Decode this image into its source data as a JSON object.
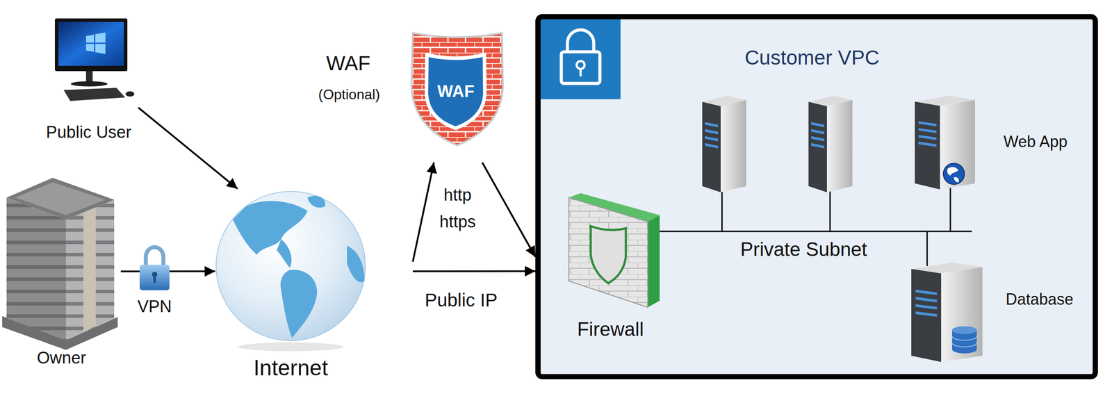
{
  "diagram": {
    "nodes": [
      {
        "text": [
          "Public User"
        ]
      },
      {
        "text": [
          "Owner"
        ]
      },
      {
        "text": [
          "Internet"
        ]
      },
      {
        "text": [
          "WAF",
          "(Optional)",
          "WAF"
        ]
      },
      {
        "text": [
          "Customer VPC"
        ]
      },
      {
        "text": [
          "Firewall"
        ],
        "in": 4
      },
      {
        "text": [
          "Web App"
        ],
        "in": 4
      },
      {
        "text": [
          "Database"
        ],
        "in": 4
      }
    ],
    "edges": [
      {
        "from": 0,
        "to": 2,
        "arrow": "to"
      },
      {
        "from": 1,
        "to": 2,
        "label": "VPN",
        "arrow": "to"
      },
      {
        "from": 2,
        "to": 3,
        "arrow": "to"
      },
      {
        "from": 3,
        "to": 4,
        "arrow": "to"
      },
      {
        "from": 2,
        "to": 4,
        "label": "Public IP",
        "arrow": "to"
      }
    ],
    "labels": [
      "http https",
      "Private Subnet"
    ]
  }
}
